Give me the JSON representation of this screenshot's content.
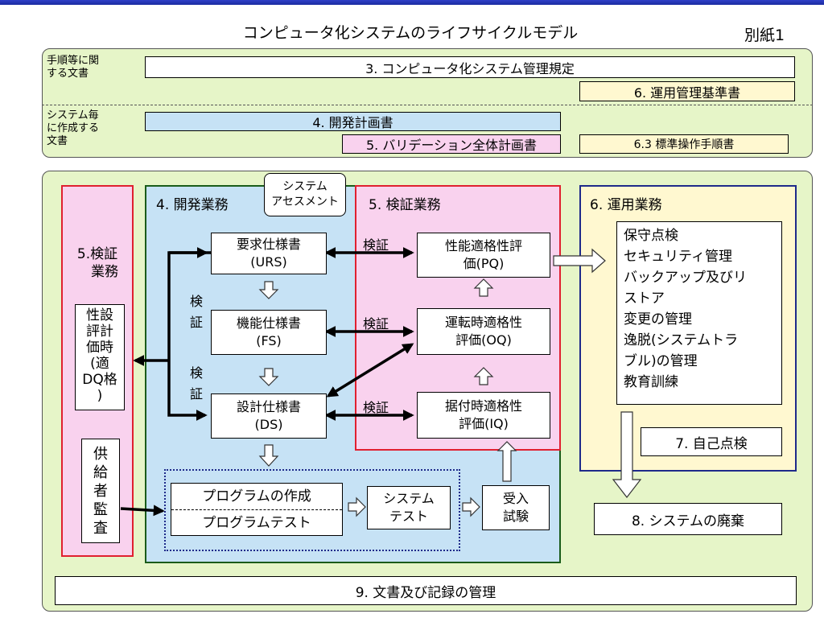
{
  "header": {
    "title": "コンピュータ化システムのライフサイクルモデル",
    "attachment": "別紙1"
  },
  "documents": {
    "row1_label_lines": [
      "手順等に関",
      "する文書"
    ],
    "row2_label_lines": [
      "システム毎",
      "に作成する",
      "文書"
    ],
    "mgmt_rules": "3. コンピュータ化システム管理規定",
    "op_standards": "6. 運用管理基準書",
    "dev_plan": "4. 開発計画書",
    "validation_plan": "5. バリデーション全体計画書",
    "sop": "6.3 標準操作手順書"
  },
  "lifecycle": {
    "left_validation_lines": [
      "5.検証",
      "業務"
    ],
    "dq_lines": [
      "性設",
      "評計",
      "価時",
      "(適",
      "DQ格",
      ")"
    ],
    "supplier_audit_lines": [
      "供",
      "給",
      "者",
      "監",
      "査"
    ],
    "dev_title": "4. 開発業務",
    "sys_assessment_lines": [
      "システム",
      "アセスメント"
    ],
    "verify_title": "5. 検証業務",
    "urs_lines": [
      "要求仕様書",
      "(URS)"
    ],
    "fs_lines": [
      "機能仕様書",
      "(FS)"
    ],
    "ds_lines": [
      "設計仕様書",
      "(DS)"
    ],
    "verify_vert_1": [
      "検",
      "証"
    ],
    "verify_vert_2": [
      "検",
      "証"
    ],
    "verify_h1": "検証",
    "verify_h2": "検証",
    "verify_h3": "検証",
    "pq_lines": [
      "性能適格性評",
      "価(PQ)"
    ],
    "oq_lines": [
      "運転時適格性",
      "評価(OQ)"
    ],
    "iq_lines": [
      "据付時適格性",
      "評価(IQ)"
    ],
    "program_lines": [
      "プログラムの作成",
      "プログラムテスト"
    ],
    "system_test_lines": [
      "システム",
      "テスト"
    ],
    "acceptance_lines": [
      "受入",
      "試験"
    ],
    "ops_title": "6. 運用業務",
    "ops_items": [
      "保守点検",
      "セキュリティ管理",
      "バックアップ及びリ",
      "ストア",
      "変更の管理",
      "逸脱(システムトラ",
      "ブル)の管理",
      "教育訓練"
    ],
    "self_inspection": "7. 自己点検",
    "disposal": "8. システムの廃棄",
    "records": "9. 文書及び記録の管理"
  }
}
